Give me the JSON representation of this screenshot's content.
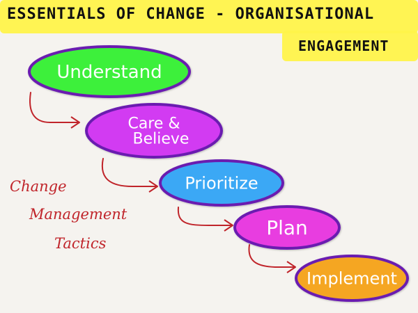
{
  "title": {
    "line1": "ESSENTIALS OF CHANGE - ORGANISATIONAL",
    "line2": "ENGAGEMENT"
  },
  "steps": [
    {
      "label_lines": [
        "Understand"
      ],
      "fill": "#3df03a",
      "stroke": "#6a1fb0"
    },
    {
      "label_lines": [
        "Care &",
        "Believe"
      ],
      "fill": "#d23bf2",
      "stroke": "#6a1fb0"
    },
    {
      "label_lines": [
        "Prioritize"
      ],
      "fill": "#3aa8f5",
      "stroke": "#6a1fb0"
    },
    {
      "label_lines": [
        "Plan"
      ],
      "fill": "#e83ee0",
      "stroke": "#6a1fb0"
    },
    {
      "label_lines": [
        "Implement"
      ],
      "fill": "#f5a623",
      "stroke": "#6a1fb0"
    }
  ],
  "side_note": {
    "lines": [
      "Change",
      "Management",
      "Tactics"
    ],
    "color": "#c0242a"
  },
  "colors": {
    "highlight": "#fff34a",
    "arrow": "#c0242a",
    "background": "#f5f3ef"
  }
}
